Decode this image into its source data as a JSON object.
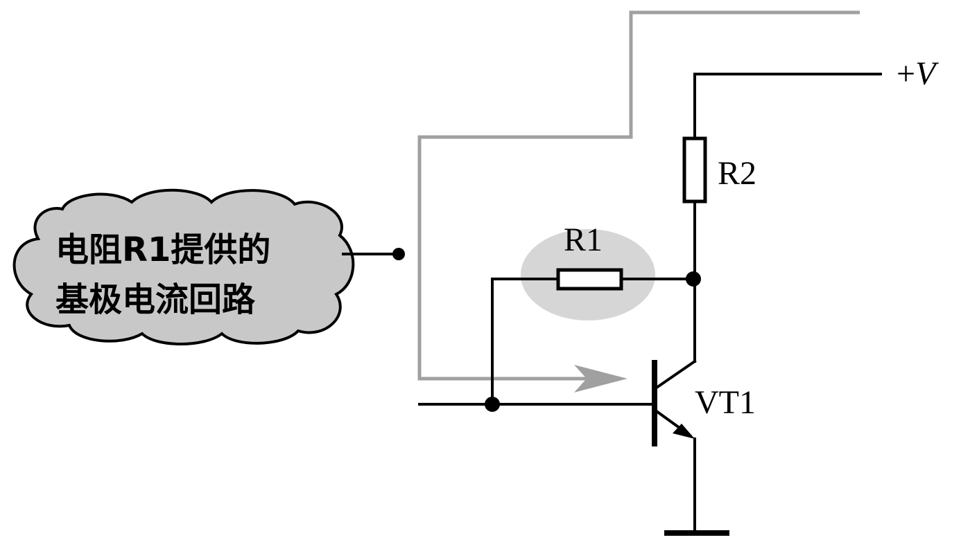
{
  "callout": {
    "line1": "电阻R1提供的",
    "line2": "基极电流回路"
  },
  "labels": {
    "r1": "R1",
    "r2": "R2",
    "vt1": "VT1",
    "supply_sign": "+",
    "supply_var": "V"
  },
  "colors": {
    "wire": "#000000",
    "current_path": "#a0a0a0",
    "highlight": "#d6d6d6",
    "cloud_fill": "#c8c8c8"
  }
}
